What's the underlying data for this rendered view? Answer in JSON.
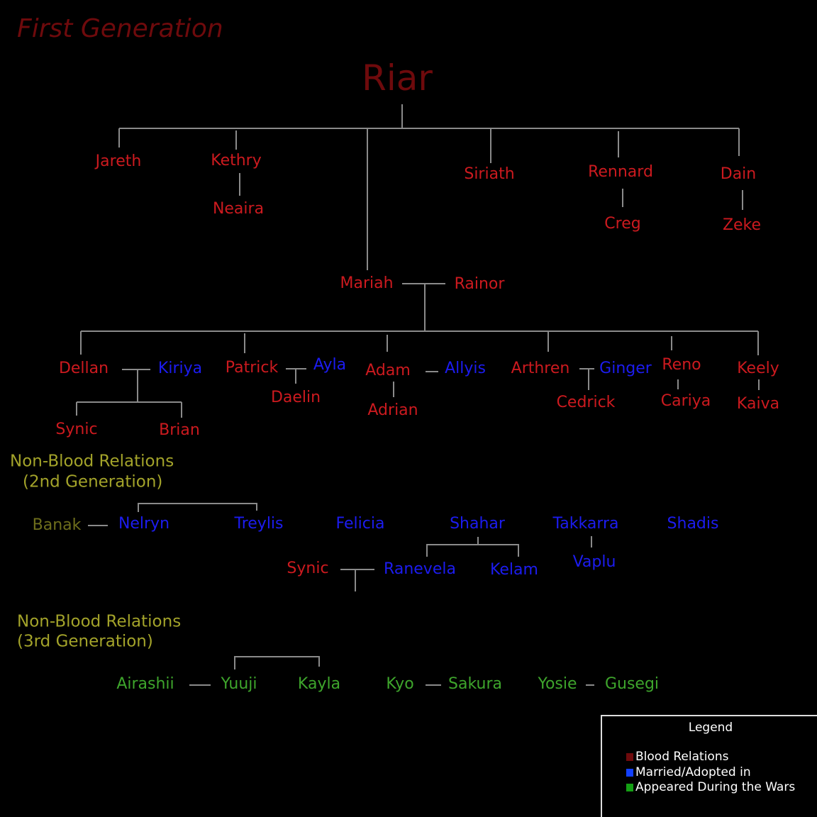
{
  "title": "First Generation",
  "root": "Riar",
  "first_gen": {
    "jareth": "Jareth",
    "kethry": "Kethry",
    "neaira": "Neaira",
    "siriath": "Siriath",
    "rennard": "Rennard",
    "creg": "Creg",
    "dain": "Dain",
    "zeke": "Zeke",
    "mariah": "Mariah",
    "rainor": "Rainor"
  },
  "second_gen": {
    "dellan": "Dellan",
    "kiriya": "Kiriya",
    "patrick": "Patrick",
    "ayla": "Ayla",
    "daelin": "Daelin",
    "adam": "Adam",
    "allyis": "Allyis",
    "adrian": "Adrian",
    "arthren": "Arthren",
    "ginger": "Ginger",
    "reno": "Reno",
    "cedrick": "Cedrick",
    "cariya": "Cariya",
    "keely": "Keely",
    "kaiva": "Kaiva",
    "synic": "Synic",
    "brian": "Brian"
  },
  "nonblood2": {
    "heading1": "Non-Blood Relations",
    "heading2": "(2nd Generation)",
    "banak": "Banak",
    "nelryn": "Nelryn",
    "treylis": "Treylis",
    "felicia": "Felicia",
    "shahar": "Shahar",
    "takkarra": "Takkarra",
    "shadis": "Shadis",
    "synic": "Synic",
    "ranevela": "Ranevela",
    "kelam": "Kelam",
    "vaplu": "Vaplu"
  },
  "nonblood3": {
    "heading1": "Non-Blood Relations",
    "heading2": "(3rd Generation)",
    "airashii": "Airashii",
    "yuuji": "Yuuji",
    "kayla": "Kayla",
    "kyo": "Kyo",
    "sakura": "Sakura",
    "yosie": "Yosie",
    "gusegi": "Gusegi"
  },
  "legend": {
    "title": "Legend",
    "items": [
      {
        "label": "Blood Relations",
        "color": "#6e0a0c"
      },
      {
        "label": "Married/Adopted in",
        "color": "#1240ff"
      },
      {
        "label": "Appeared During the Wars",
        "color": "#14a014"
      }
    ]
  }
}
